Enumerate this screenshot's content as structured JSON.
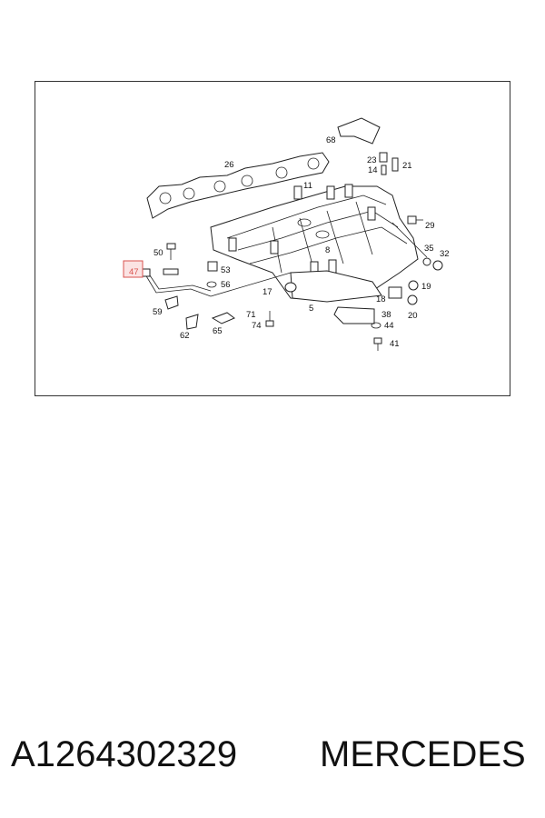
{
  "callouts": {
    "c68": "68",
    "c23": "23",
    "c14": "14",
    "c21": "21",
    "c26": "26",
    "c11": "11",
    "c29": "29",
    "c50": "50",
    "c47": "47",
    "c8": "8",
    "c35": "35",
    "c32": "32",
    "c53": "53",
    "c56": "56",
    "c17": "17",
    "c5": "5",
    "c19": "19",
    "c18": "18",
    "c20": "20",
    "c59": "59",
    "c71": "71",
    "c74": "74",
    "c38": "38",
    "c44": "44",
    "c62": "62",
    "c65": "65",
    "c41": "41"
  },
  "highlight": "47",
  "highlight_color": "#d9534f",
  "caption": {
    "part_number": "A1264302329",
    "brand": "MERCEDES"
  }
}
